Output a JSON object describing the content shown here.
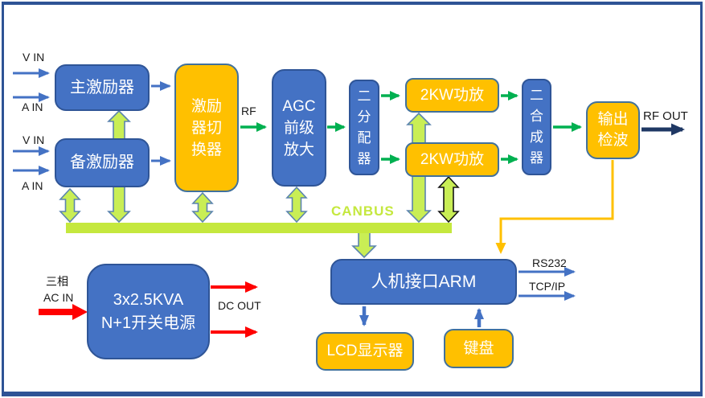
{
  "colors": {
    "blue": "#4472C4",
    "blueBorder": "#2F5597",
    "orange": "#FFC000",
    "orangeBorder": "#41719C",
    "lime": "#C5E83E",
    "limeArrow": "#C9EE55",
    "arrowOutline": "#5B84AE",
    "green": "#00B050",
    "blueArrow": "#4472C4",
    "red": "#FF0000",
    "navy": "#1F3864",
    "frame": "#2E5395",
    "label": "#1A1A1A"
  },
  "blocks": {
    "main_exciter": {
      "label": "主激励器"
    },
    "backup_exciter": {
      "label": "备激励器"
    },
    "exciter_switch": {
      "lines": [
        "激励",
        "器切",
        "换器"
      ]
    },
    "agc_preamp": {
      "lines": [
        "AGC",
        "前级",
        "放大"
      ]
    },
    "splitter": {
      "lines": [
        "二",
        "分",
        "配",
        "器"
      ]
    },
    "pa_top": {
      "label": "2KW功放"
    },
    "pa_bottom": {
      "label": "2KW功放"
    },
    "combiner": {
      "lines": [
        "二",
        "合",
        "成",
        "器"
      ]
    },
    "output_detector": {
      "lines": [
        "输出",
        "检波"
      ]
    },
    "hmi_arm": {
      "label": "人机接口ARM"
    },
    "lcd_display": {
      "label": "LCD显示器"
    },
    "keyboard": {
      "label": "键盘"
    },
    "power_supply": {
      "lines": [
        "3x2.5KVA",
        "N+1开关电源"
      ]
    }
  },
  "labels": {
    "v_in_top": "V IN",
    "a_in_top": "A IN",
    "v_in_bottom": "V IN",
    "a_in_bottom": "A IN",
    "rf": "RF",
    "rf_out": "RF OUT",
    "canbus": "CANBUS",
    "rs232": "RS232",
    "tcp_ip": "TCP/IP",
    "three_phase": "三相",
    "ac_in": "AC IN",
    "dc_out": "DC OUT"
  }
}
